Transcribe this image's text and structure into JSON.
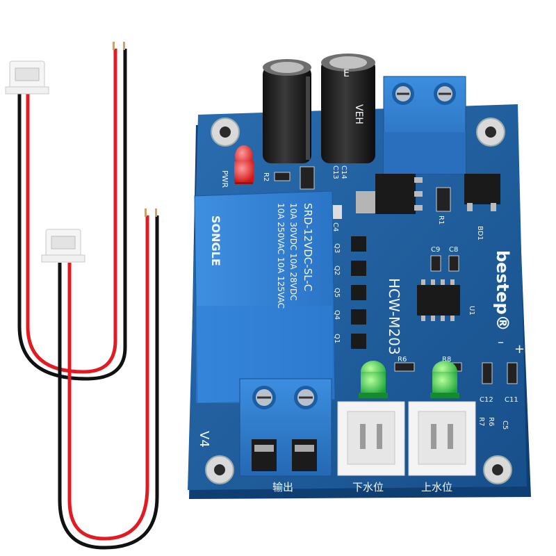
{
  "board": {
    "brand": "bestep®",
    "model": "HCW-M203",
    "version": "V4",
    "pwr_label": "PWR",
    "output_label": "输出",
    "low_level_label": "下水位",
    "high_level_label": "上水位",
    "relay": {
      "brand": "SONGLE",
      "part": "SRD-12VDC-SL-C",
      "rating_1": "10A 250VAC  10A 125VAC",
      "rating_2": "10A 30VDC   10A 28VDC"
    },
    "designators": [
      "R2",
      "C14",
      "C13",
      "C4",
      "Q3",
      "Q2",
      "Q5",
      "Q4",
      "Q1",
      "R1",
      "BD1",
      "C9",
      "C8",
      "U1",
      "R6",
      "R8",
      "C12",
      "C11",
      "R7",
      "R6",
      "C5"
    ],
    "polarity_minus": "–",
    "polarity_plus": "+",
    "cap_print": "VEH"
  },
  "colors": {
    "pcb": "#1f5d9c",
    "terminal": "#2f7fcf",
    "wire_red": "#e11b22",
    "wire_black": "#111111",
    "connector": "#f2f2f2"
  }
}
